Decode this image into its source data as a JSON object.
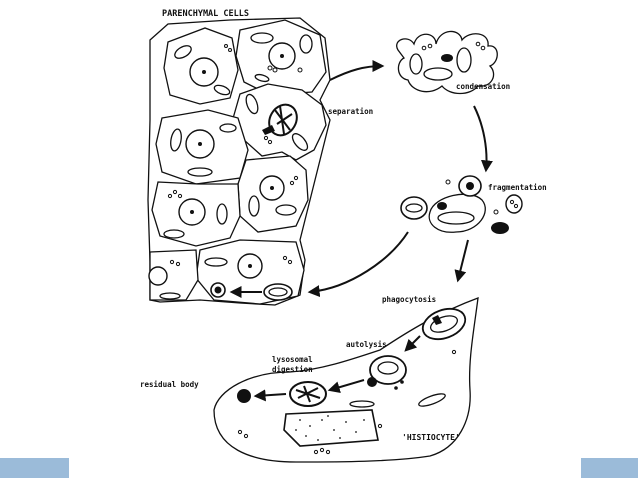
{
  "labels": {
    "title": "PARENCHYMAL  CELLS",
    "separation": "separation",
    "condensation": "condensation",
    "fragmentation": "fragmentation",
    "phagocytosis": "phagocytosis",
    "autolysis": "autolysis",
    "lysosomal_line1": "lysosomal",
    "lysosomal_line2": "digestion",
    "residual_body": "residual   body",
    "histiocyte": "'HISTIOCYTE'"
  },
  "colors": {
    "frame_bar": "#9bbbd9",
    "ink": "#111111"
  }
}
